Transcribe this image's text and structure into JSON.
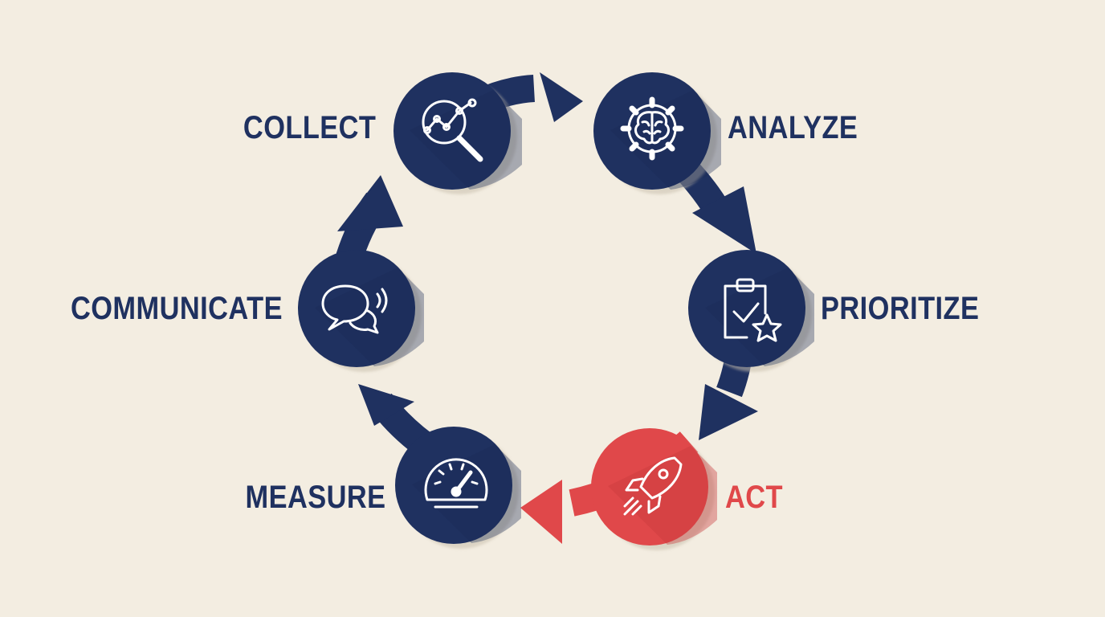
{
  "steps": [
    {
      "id": "collect",
      "label": "COLLECT",
      "icon": "magnifier-trend-icon",
      "highlight": false
    },
    {
      "id": "analyze",
      "label": "ANALYZE",
      "icon": "brain-gear-icon",
      "highlight": false
    },
    {
      "id": "prioritize",
      "label": "PRIORITIZE",
      "icon": "clipboard-check-star-icon",
      "highlight": false
    },
    {
      "id": "act",
      "label": "ACT",
      "icon": "rocket-icon",
      "highlight": true
    },
    {
      "id": "measure",
      "label": "MEASURE",
      "icon": "speedometer-icon",
      "highlight": false
    },
    {
      "id": "communicate",
      "label": "COMMUNICATE",
      "icon": "speech-bubbles-icon",
      "highlight": false
    }
  ],
  "colors": {
    "background": "#f3ede1",
    "primary": "#1f3160",
    "accent": "#e0484a",
    "icon_stroke": "#ffffff"
  }
}
